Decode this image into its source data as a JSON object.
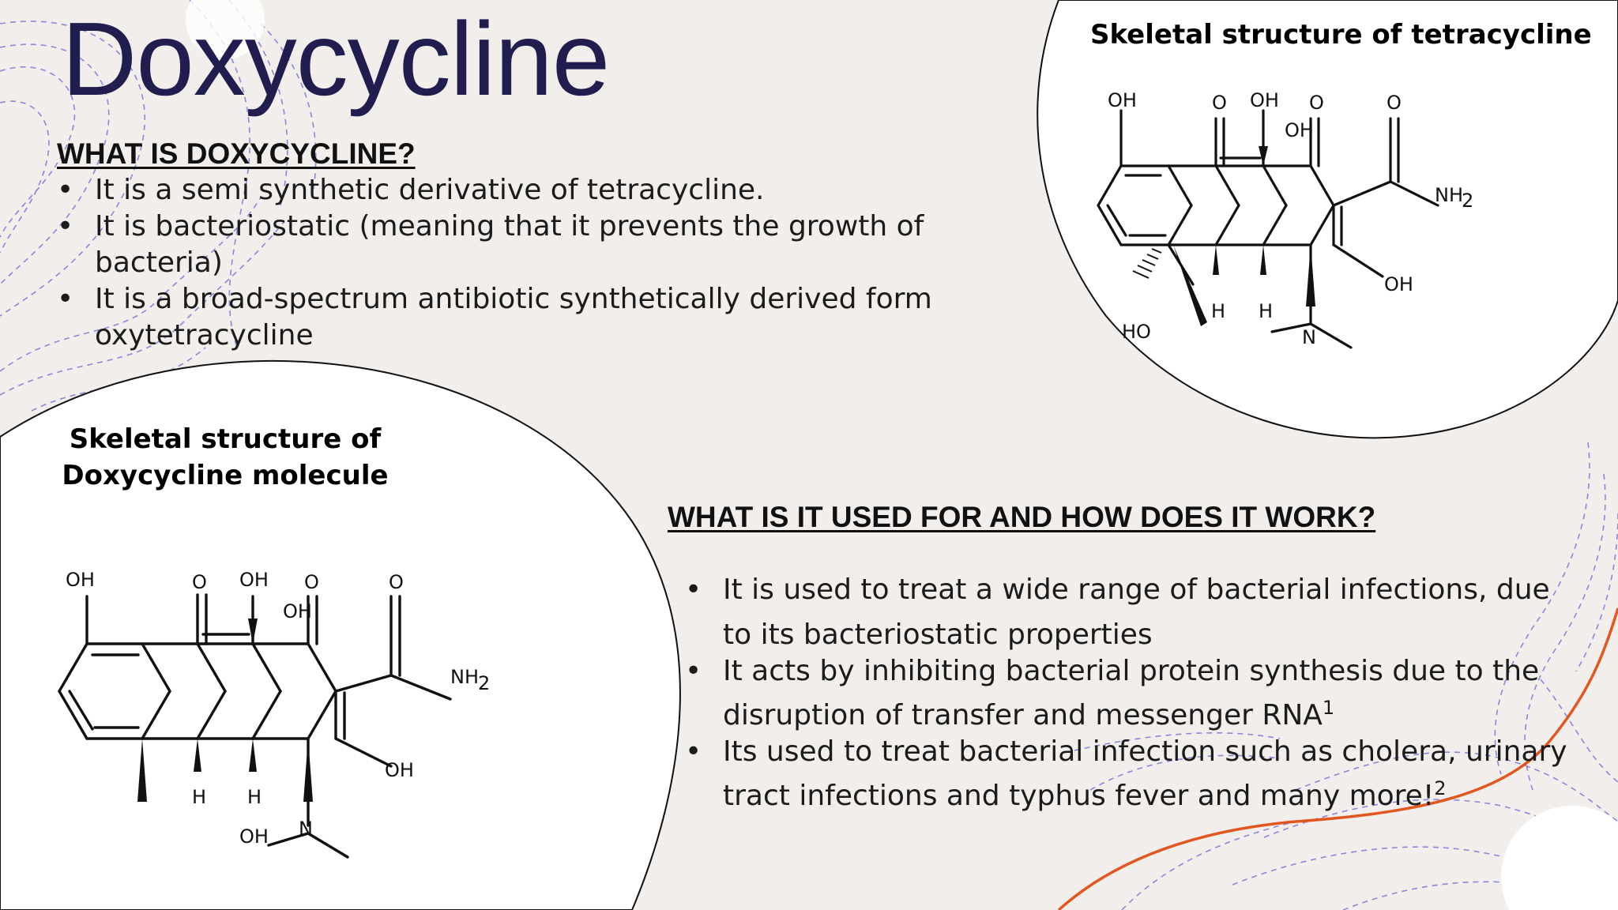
{
  "slide": {
    "title": "Doxycycline",
    "section1": {
      "heading": "WHAT IS DOXYCYCLINE?",
      "bullets": [
        "It is a semi synthetic derivative of tetracycline.",
        "It is bacteriostatic (meaning that it prevents the growth of bacteria)",
        "It is a broad-spectrum antibiotic synthetically derived form oxytetracycline"
      ]
    },
    "section2": {
      "heading": "WHAT IS IT USED FOR AND HOW DOES IT WORK?",
      "bullets": [
        {
          "text": "It is used to treat a wide range of bacterial infections, due to its bacteriostatic properties",
          "sup": ""
        },
        {
          "text": "It acts by inhibiting bacterial protein synthesis due to the disruption of transfer and messenger RNA",
          "sup": "1"
        },
        {
          "text": "Its used to treat bacterial infection such as cholera, urinary tract infections and typhus fever and many more!",
          "sup": "2"
        }
      ]
    },
    "tetracycline_caption": "Skeletal structure of tetracycline",
    "doxycycline_caption": "Skeletal structure of Doxycycline molecule",
    "atom_labels": {
      "oh": "OH",
      "o": "O",
      "h": "H",
      "n": "N",
      "ho": "HO",
      "nh2": "NH",
      "nh2_sub": "2"
    },
    "colors": {
      "title": "#221d4f",
      "background": "#f1eeeb",
      "accent_line": "#e2561f",
      "contour_lines": "#7c74d9"
    }
  }
}
